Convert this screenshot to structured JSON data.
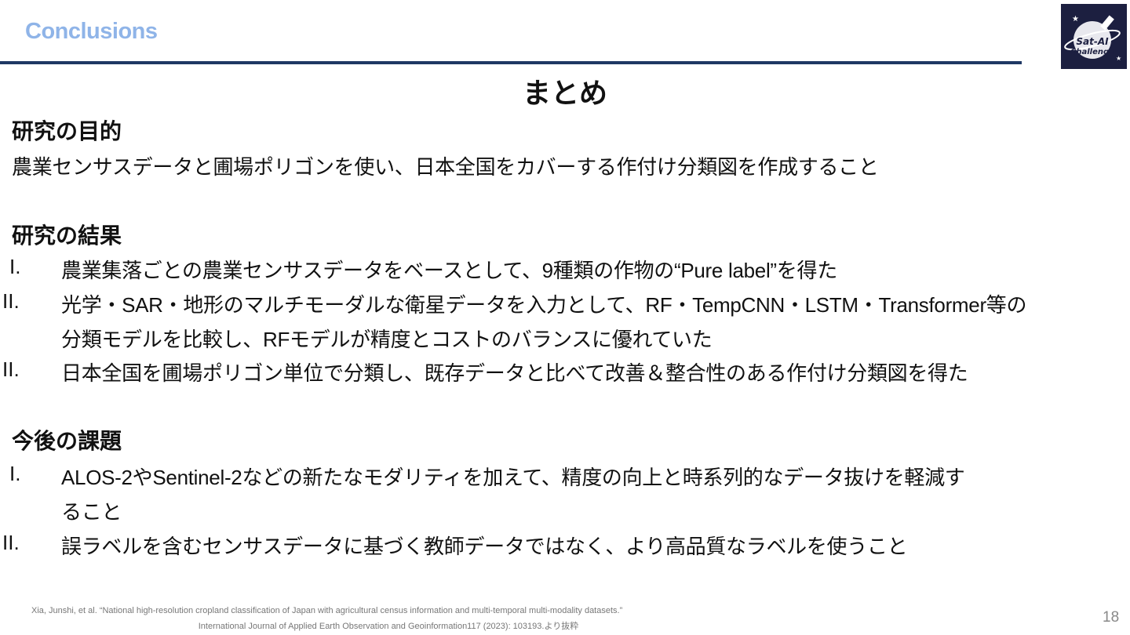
{
  "header": {
    "title": "Conclusions",
    "logo_text": "Sat-AI Challenge"
  },
  "main": {
    "heading": "まとめ",
    "purpose": {
      "title": "研究の目的",
      "text": "農業センサスデータと圃場ポリゴンを使い、日本全国をカバーする作付け分類図を作成すること"
    },
    "results": {
      "title": "研究の結果",
      "items": [
        {
          "num": "I.",
          "lines": [
            "農業集落ごとの農業センサスデータをベースとして、9種類の作物の“Pure label”を得た"
          ]
        },
        {
          "num": "II.",
          "lines": [
            "光学・SAR・地形のマルチモーダルな衛星データを入力として、RF・TempCNN・LSTM・Transformer等の",
            "分類モデルを比較し、RFモデルが精度とコストのバランスに優れていた"
          ]
        },
        {
          "num": "II.",
          "lines": [
            "日本全国を圃場ポリゴン単位で分類し、既存データと比べて改善＆整合性のある作付け分類図を得た"
          ]
        }
      ]
    },
    "future": {
      "title": "今後の課題",
      "items": [
        {
          "num": "I.",
          "lines": [
            "ALOS-2やSentinel-2などの新たなモダリティを加えて、精度の向上と時系列的なデータ抜けを軽減す",
            "ること"
          ]
        },
        {
          "num": "II.",
          "lines": [
            "誤ラベルを含むセンサスデータに基づく教師データではなく、より高品質なラベルを使うこと"
          ]
        }
      ]
    }
  },
  "footer": {
    "citation_line1": "Xia, Junshi, et al. “National high-resolution cropland classification of Japan with agricultural census information and multi-temporal multi-modality datasets.”",
    "citation_line2": "International Journal of Applied Earth Observation and Geoinformation117 (2023): 103193.より抜粋",
    "page_number": "18"
  }
}
